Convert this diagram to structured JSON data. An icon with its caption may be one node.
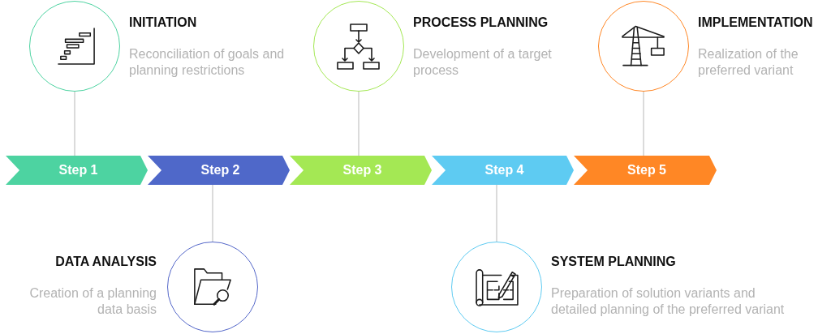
{
  "diagram": {
    "nodes": [
      {
        "text": [
          "INITIATION",
          "Reconciliation of goals and planning restrictions"
        ]
      },
      {
        "text": [
          "PROCESS PLANNING",
          "Development of a target process"
        ]
      },
      {
        "text": [
          "IMPLEMENTATION",
          "Realization of the preferred variant"
        ]
      },
      {
        "text": [
          "Step 1"
        ]
      },
      {
        "text": [
          "Step 2"
        ]
      },
      {
        "text": [
          "Step 3"
        ]
      },
      {
        "text": [
          "Step 4"
        ]
      },
      {
        "text": [
          "Step 5"
        ]
      },
      {
        "text": [
          "DATA ANALYSIS",
          "Creation of a planning data basis"
        ]
      },
      {
        "text": [
          "SYSTEM PLANNING",
          "Preparation of solution variants and detailed planning of the preferred variant"
        ]
      }
    ],
    "edges": [
      {
        "from": 0,
        "to": 3,
        "arrow": "none"
      },
      {
        "from": 1,
        "to": 5,
        "arrow": "none"
      },
      {
        "from": 2,
        "to": 7,
        "arrow": "none"
      },
      {
        "from": 8,
        "to": 4,
        "arrow": "none"
      },
      {
        "from": 9,
        "to": 6,
        "arrow": "none"
      }
    ]
  }
}
